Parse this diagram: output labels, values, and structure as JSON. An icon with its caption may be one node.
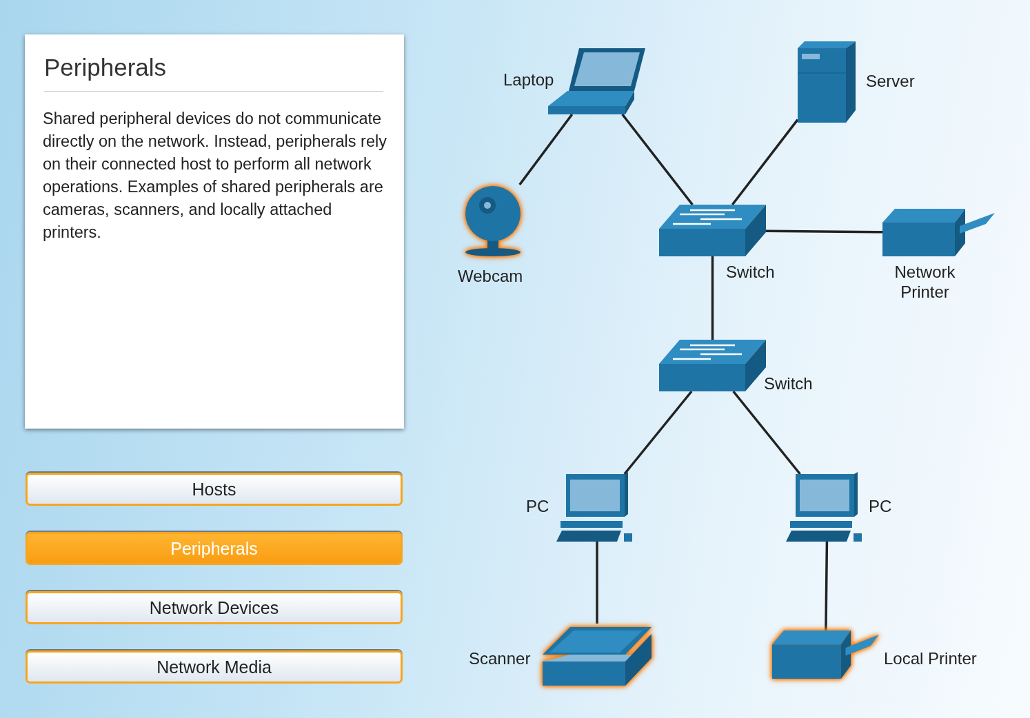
{
  "diagram": {
    "nodes": [
      {
        "text": [
          "Peripherals",
          "Shared peripheral devices do not communicate directly on the network. Instead, peripherals rely on their connected host to perform all network operations. Examples of shared peripherals are cameras, scanners, and locally attached printers."
        ]
      },
      {
        "text": [
          "Laptop"
        ]
      },
      {
        "text": [
          "Server"
        ]
      },
      {
        "text": [
          "Webcam"
        ]
      },
      {
        "text": [
          "Switch"
        ]
      },
      {
        "text": [
          "Network Printer"
        ]
      },
      {
        "text": [
          "Switch"
        ]
      },
      {
        "text": [
          "PC"
        ]
      },
      {
        "text": [
          "PC"
        ]
      },
      {
        "text": [
          "Scanner"
        ]
      },
      {
        "text": [
          "Local Printer"
        ]
      }
    ],
    "edges": [
      {
        "from": 1,
        "to": 3,
        "arrow": "none"
      },
      {
        "from": 1,
        "to": 4,
        "arrow": "none"
      },
      {
        "from": 2,
        "to": 4,
        "arrow": "none"
      },
      {
        "from": 4,
        "to": 5,
        "arrow": "none"
      },
      {
        "from": 4,
        "to": 6,
        "arrow": "none"
      },
      {
        "from": 6,
        "to": 7,
        "arrow": "none"
      },
      {
        "from": 6,
        "to": 8,
        "arrow": "none"
      },
      {
        "from": 7,
        "to": 9,
        "arrow": "none"
      },
      {
        "from": 8,
        "to": 10,
        "arrow": "none"
      }
    ],
    "labels": [
      "Hosts",
      "Peripherals",
      "Network Devices",
      "Network Media"
    ]
  }
}
